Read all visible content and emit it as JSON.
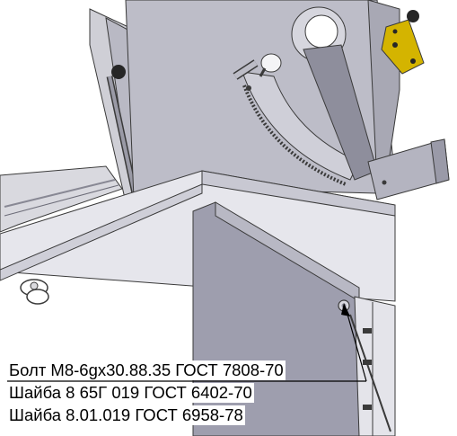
{
  "callout": {
    "lines": [
      "Болт М8-6gх30.88.35 ГОСТ 7808-70",
      "Шайба 8 65Г 019 ГОСТ 6402-70",
      "Шайба 8.01.019 ГОСТ 6958-78"
    ]
  },
  "colors": {
    "background": "#ffffff",
    "panel": "#b9b9c4",
    "panel_dark": "#9c9cab",
    "panel_light": "#e2e2e8",
    "edge": "#3a3a3a",
    "bracket": "#d4b400",
    "handle": "#262626"
  }
}
